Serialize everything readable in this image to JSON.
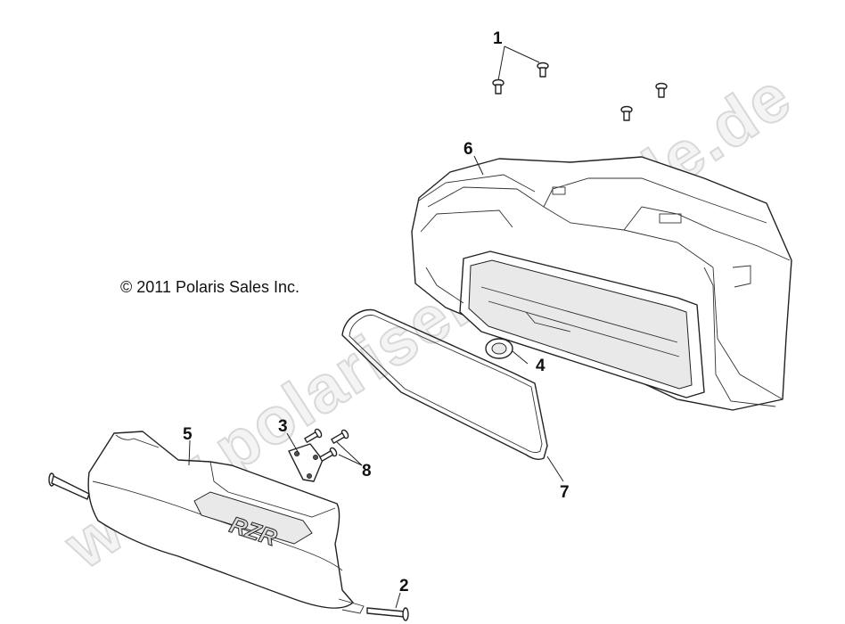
{
  "copyright": "© 2011 Polaris Sales Inc.",
  "watermark": "www.polarisersatzteile.de",
  "badge_text": "RZR",
  "callouts": [
    {
      "id": "callout-1",
      "label": "1"
    },
    {
      "id": "callout-2",
      "label": "2"
    },
    {
      "id": "callout-3",
      "label": "3"
    },
    {
      "id": "callout-4",
      "label": "4"
    },
    {
      "id": "callout-5",
      "label": "5"
    },
    {
      "id": "callout-6",
      "label": "6"
    },
    {
      "id": "callout-7",
      "label": "7"
    },
    {
      "id": "callout-8",
      "label": "8"
    }
  ]
}
